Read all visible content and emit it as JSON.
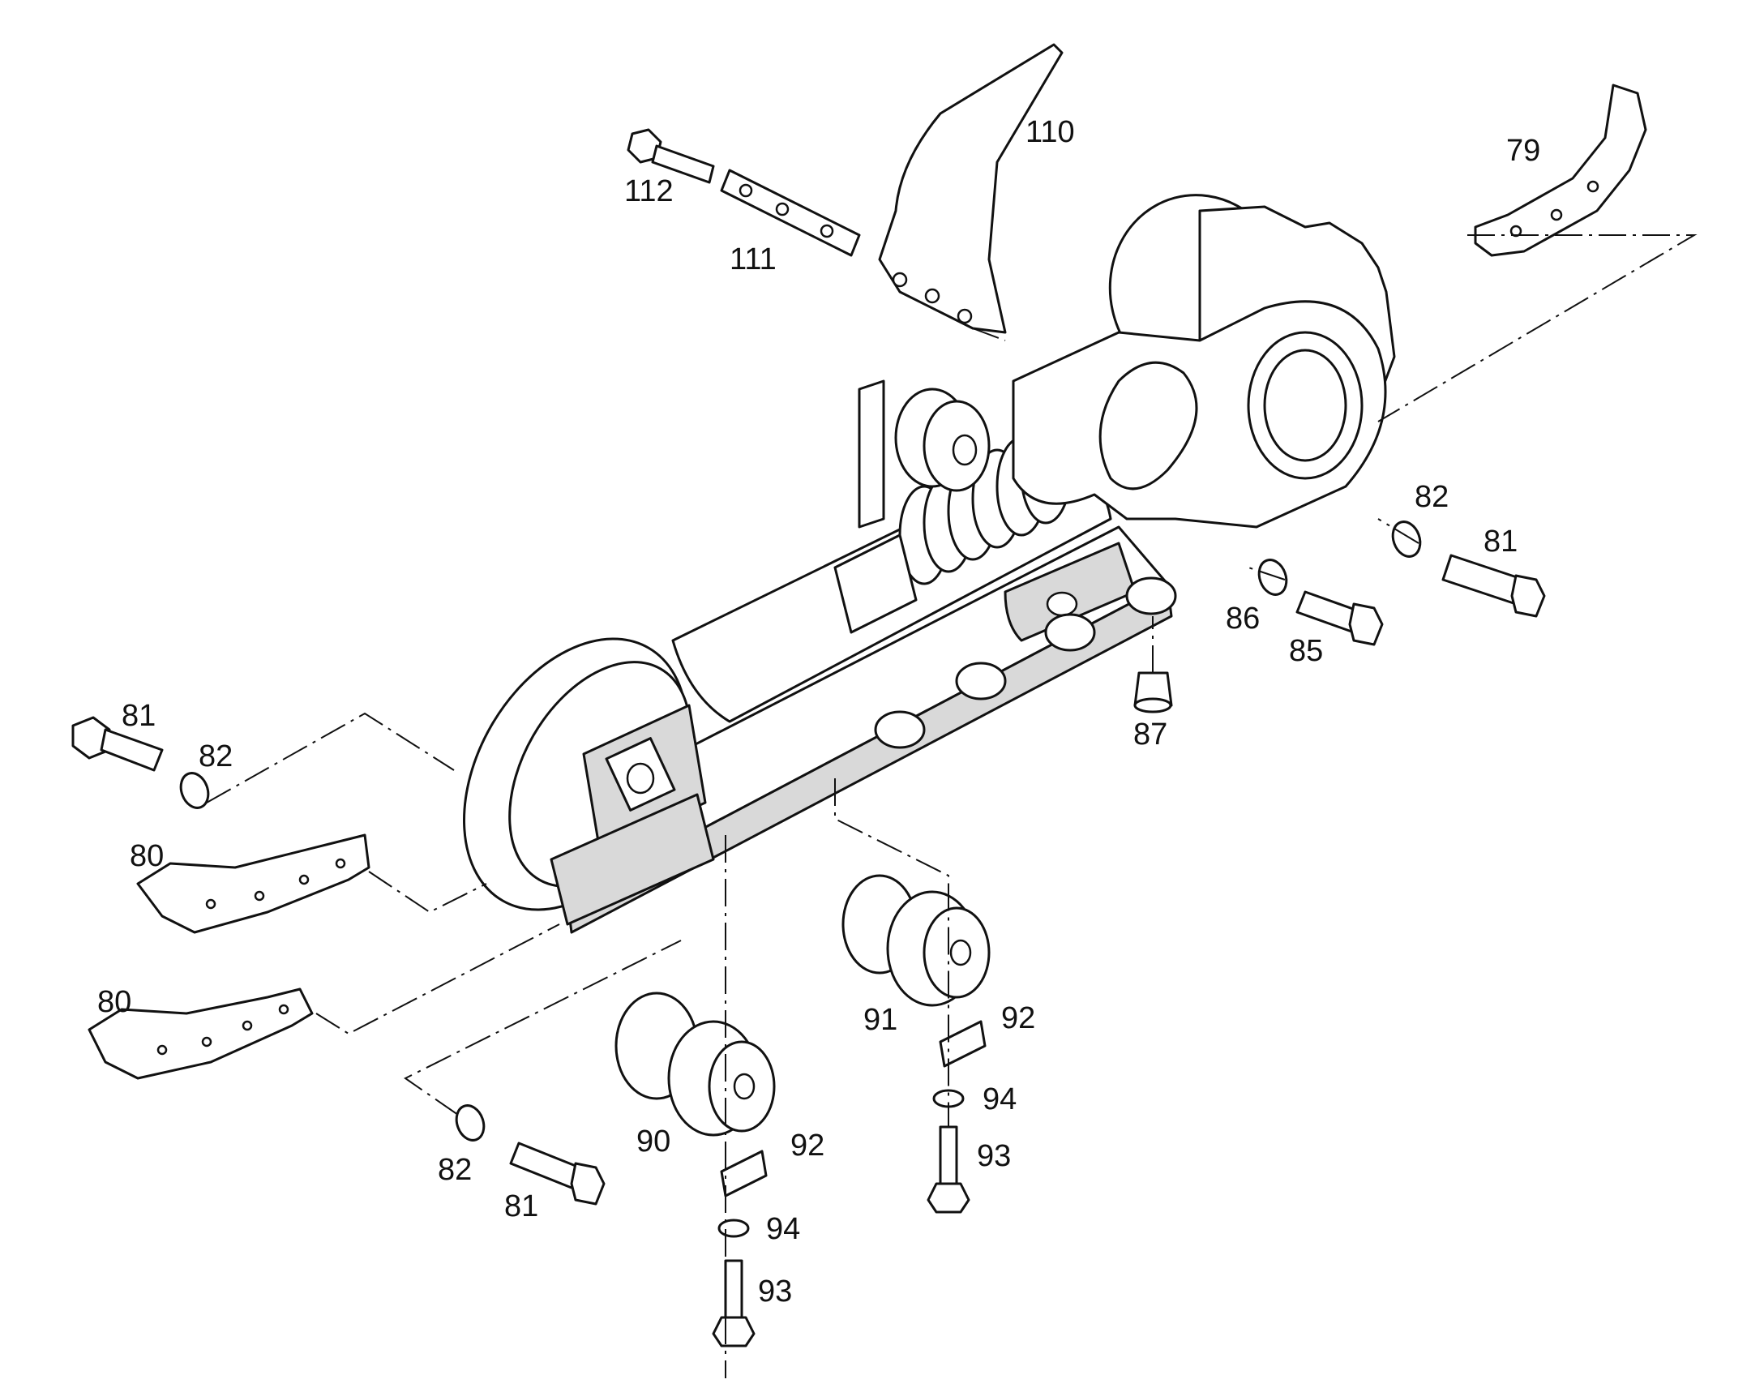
{
  "diagram": {
    "labels": {
      "p110": "110",
      "p79": "79",
      "p112": "112",
      "p111": "111",
      "p82_right": "82",
      "p81_right": "81",
      "p86": "86",
      "p85": "85",
      "p87": "87",
      "p81_left": "81",
      "p82_left": "82",
      "p80_upper": "80",
      "p80_lower": "80",
      "p91": "91",
      "p92_right": "92",
      "p94_right": "94",
      "p93_right": "93",
      "p90": "90",
      "p92_left": "92",
      "p82_bottom": "82",
      "p81_bottom": "81",
      "p94_left": "94",
      "p93_left": "93"
    }
  }
}
